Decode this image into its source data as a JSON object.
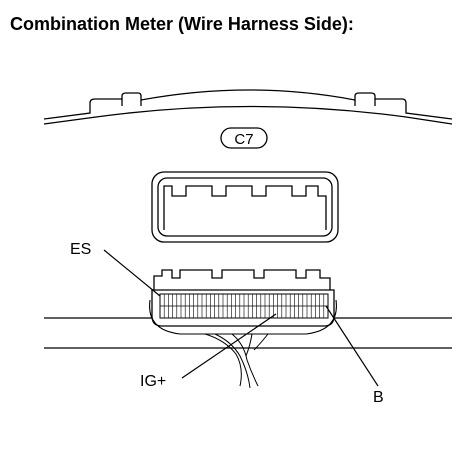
{
  "title": "Combination Meter (Wire Harness Side):",
  "connector_id": "C7",
  "labels": {
    "es": "ES",
    "ig_plus": "IG+",
    "b": "B"
  },
  "colors": {
    "line": "#000000",
    "background": "#ffffff"
  }
}
